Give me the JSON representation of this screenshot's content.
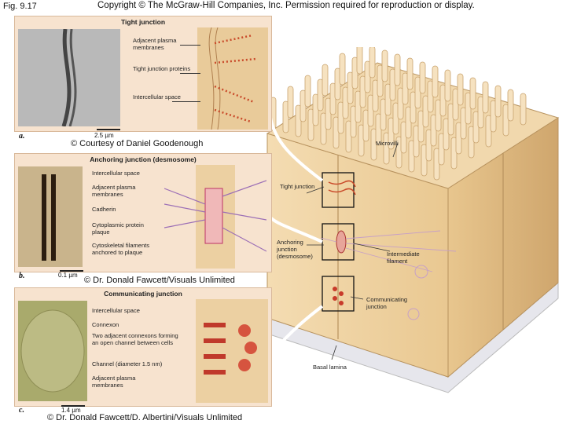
{
  "header": {
    "fig_label": "Fig. 9.17",
    "copyright": "Copyright © The McGraw-Hill Companies, Inc. Permission required for reproduction or display."
  },
  "panels": [
    {
      "title": "Tight junction",
      "labels": [
        "Adjacent plasma membranes",
        "Tight junction proteins",
        "Intercellular space"
      ],
      "scale": "2.5 µm",
      "letter": "a.",
      "credit": "© Courtesy of Daniel Goodenough"
    },
    {
      "title": "Anchoring junction (desmosome)",
      "labels": [
        "Intercellular space",
        "Adjacent plasma membranes",
        "Cadherin",
        "Cytoplasmic protein plaque",
        "Cytoskeletal filaments anchored to plaque"
      ],
      "scale": "0.1 µm",
      "letter": "b.",
      "credit": "© Dr. Donald Fawcett/Visuals Unlimited"
    },
    {
      "title": "Communicating junction",
      "labels": [
        "Intercellular space",
        "Connexon",
        "Two adjacent connexons forming an open channel between cells",
        "Channel (diameter 1.5 nm)",
        "Adjacent plasma membranes"
      ],
      "scale": "1.4 µm",
      "letter": "c.",
      "credit": "© Dr. Donald Fawcett/D. Albertini/Visuals Unlimited"
    }
  ],
  "diagram": {
    "microvilli": "Microvilli",
    "tight": "Tight junction",
    "anchoring": "Anchoring junction (desmosome)",
    "intermediate": "Intermediate filament",
    "communicating": "Communicating junction",
    "basal": "Basal lamina"
  }
}
